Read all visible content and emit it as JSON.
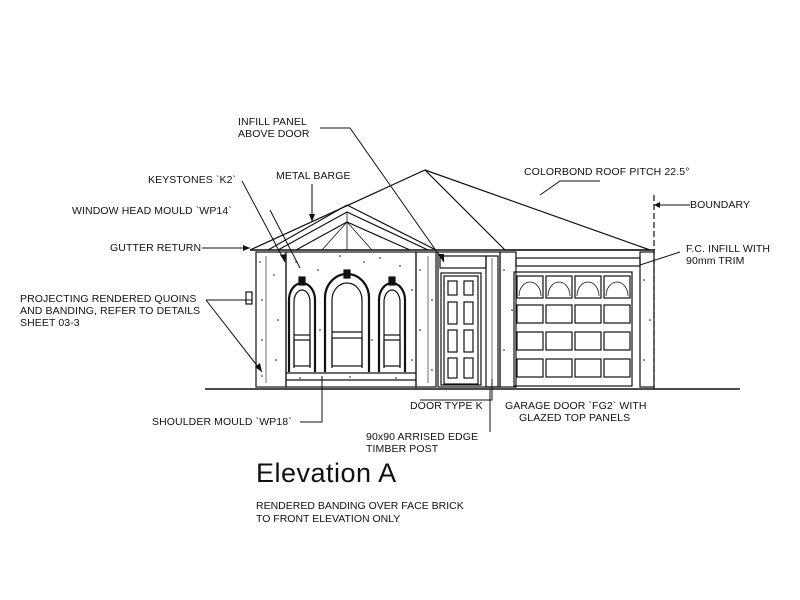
{
  "title": "Elevation A",
  "note": [
    "RENDERED  BANDING OVER FACE BRICK",
    "TO FRONT ELEVATION ONLY"
  ],
  "labels": {
    "infill_panel": [
      "INFILL PANEL",
      "ABOVE DOOR"
    ],
    "keystones": "KEYSTONES `K2`",
    "metal_barge": "METAL BARGE",
    "window_head": "WINDOW HEAD MOULD `WP14`",
    "gutter_return": "GUTTER RETURN",
    "quoins": [
      "PROJECTING RENDERED QUOINS",
      "AND BANDING, REFER TO DETAILS",
      "SHEET 03-3"
    ],
    "shoulder_mould": "SHOULDER MOULD `WP18`",
    "colorbond": "COLORBOND ROOF PITCH 22.5°",
    "boundary": "BOUNDARY",
    "fc_infill": [
      "F.C. INFILL WITH",
      "90mm TRIM"
    ],
    "door_type": "DOOR TYPE K",
    "garage_door": [
      "GARAGE DOOR `FG2` WITH",
      "GLAZED TOP PANELS"
    ],
    "timber_post": [
      "90x90 ARRISED EDGE",
      "TIMBER POST"
    ]
  }
}
